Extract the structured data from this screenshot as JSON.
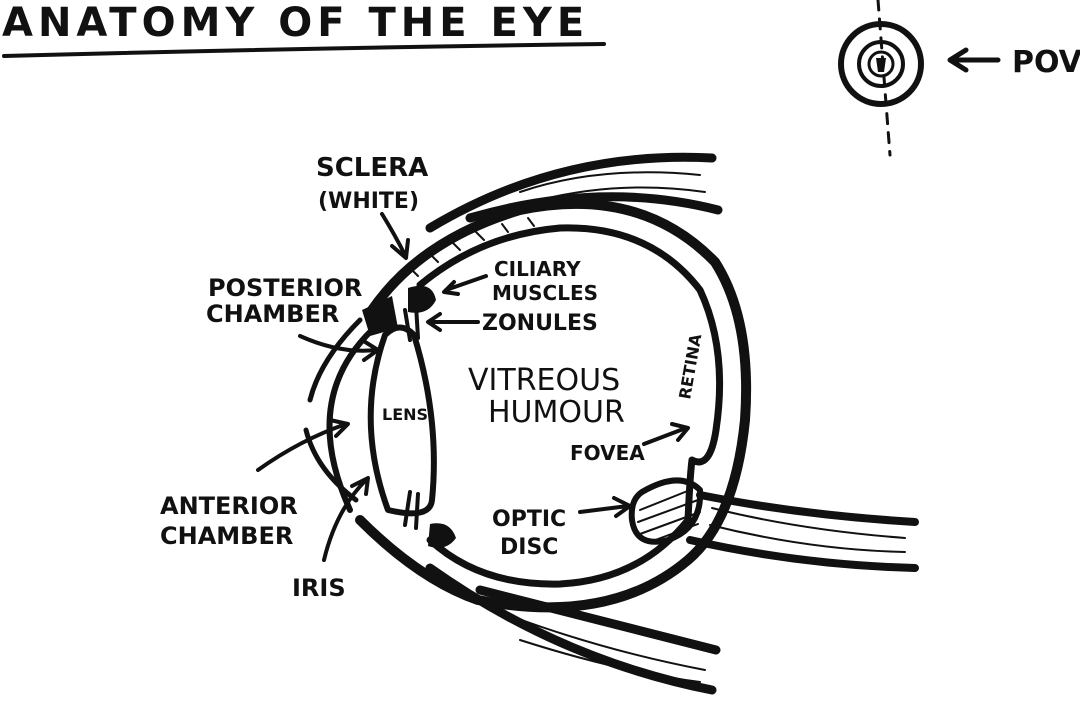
{
  "title": "ANATOMY OF THE EYE",
  "pov_label": "POV",
  "colors": {
    "ink": "#111111",
    "paper": "#ffffff"
  },
  "labels": {
    "sclera_line1": "SCLERA",
    "sclera_line2": "(WHITE)",
    "posterior_line1": "POSTERIOR",
    "posterior_line2": "CHAMBER",
    "ciliary_line1": "CILIARY",
    "ciliary_line2": "MUSCLES",
    "zonules": "ZONULES",
    "retina": "RETINA",
    "vitreous_line1": "VITREOUS",
    "vitreous_line2": "HUMOUR",
    "lens": "LENS",
    "fovea": "FOVEA",
    "anterior_line1": "ANTERIOR",
    "anterior_line2": "CHAMBER",
    "optic_line1": "OPTIC",
    "optic_line2": "DISC",
    "iris": "IRIS"
  }
}
